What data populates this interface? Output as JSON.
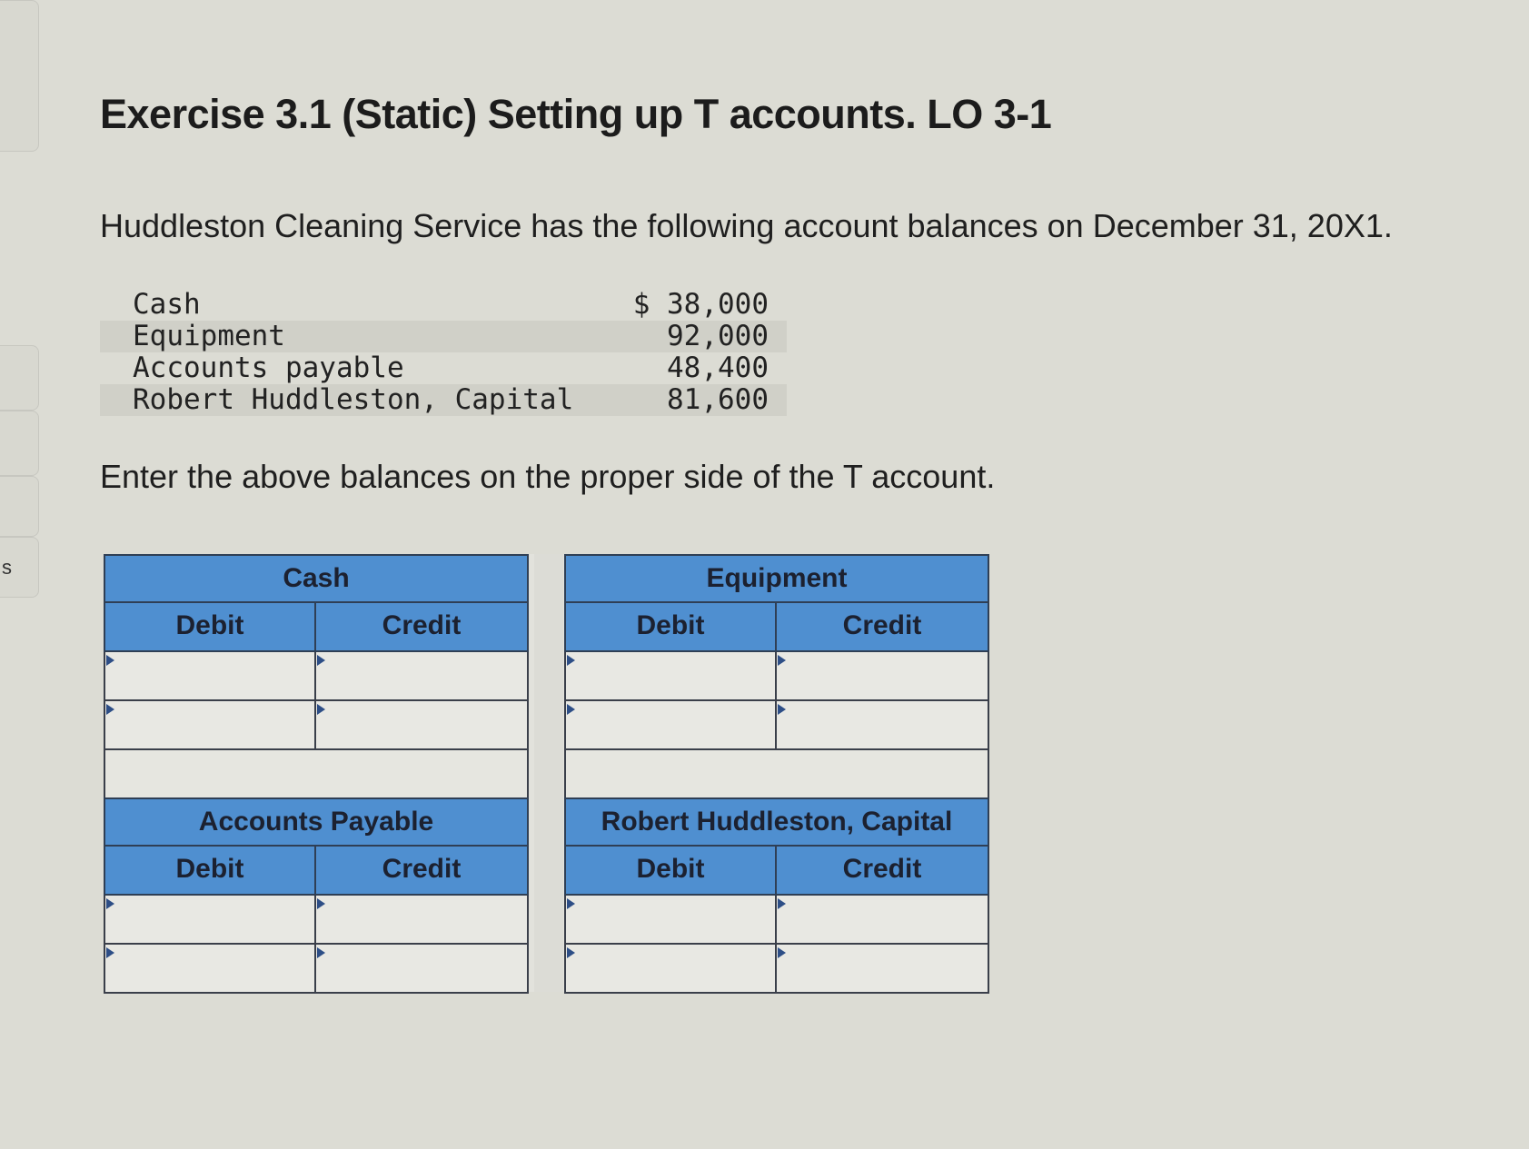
{
  "sidebar": {
    "partial_letter": "s"
  },
  "title": "Exercise 3.1 (Static) Setting up T accounts. LO 3-1",
  "intro": "Huddleston Cleaning Service has the following account balances on December 31, 20X1.",
  "balances": [
    {
      "name": "Cash",
      "amount": "$ 38,000"
    },
    {
      "name": "Equipment",
      "amount": "92,000"
    },
    {
      "name": "Accounts payable",
      "amount": "48,400"
    },
    {
      "name": "Robert Huddleston, Capital",
      "amount": "81,600"
    }
  ],
  "instruction": "Enter the above balances on the proper side of the T account.",
  "taccounts": {
    "cash": {
      "title": "Cash",
      "debit": "Debit",
      "credit": "Credit"
    },
    "equipment": {
      "title": "Equipment",
      "debit": "Debit",
      "credit": "Credit"
    },
    "accounts_payable": {
      "title": "Accounts Payable",
      "debit": "Debit",
      "credit": "Credit"
    },
    "capital": {
      "title": "Robert Huddleston, Capital",
      "debit": "Debit",
      "credit": "Credit"
    }
  }
}
